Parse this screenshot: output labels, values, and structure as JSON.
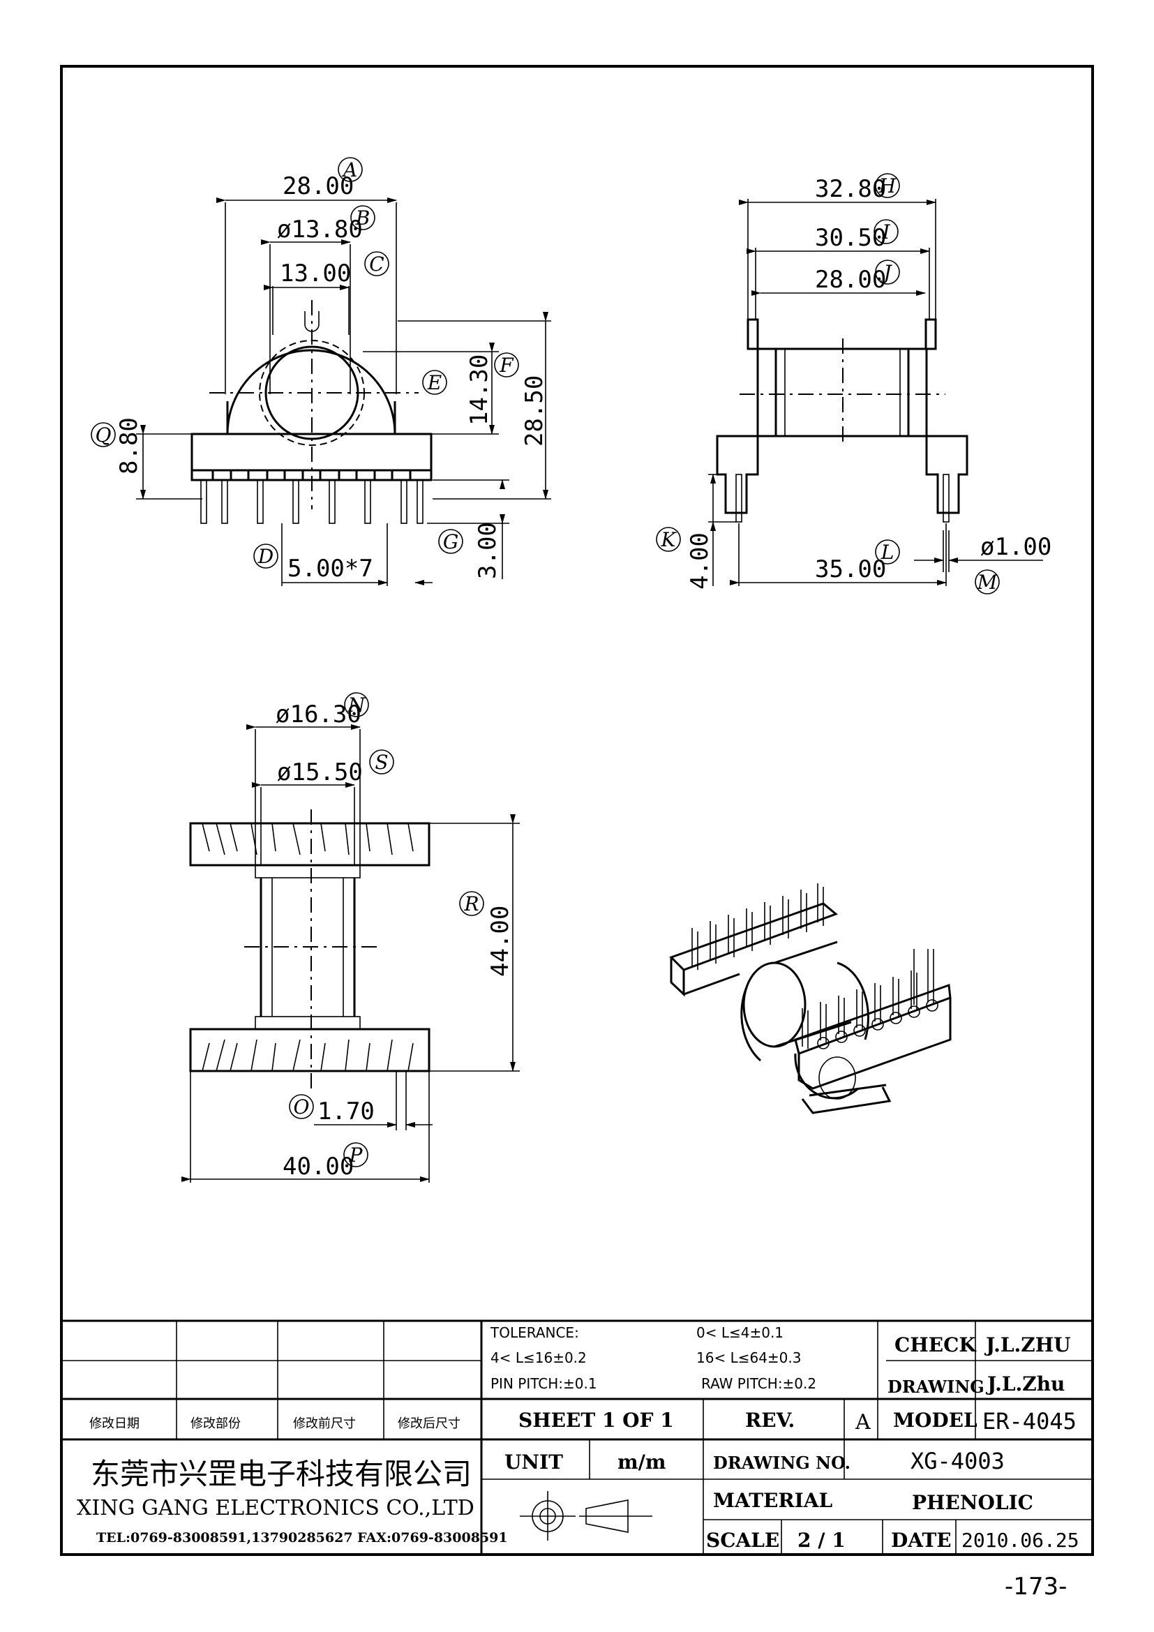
{
  "top_view": {
    "dims": {
      "a": "28.00",
      "b": "ø13.80",
      "c": "13.00",
      "f": "28.50",
      "e": "14.30",
      "q": "8.80",
      "d": "5.00*7",
      "g": "3.00"
    },
    "labels": {
      "a": "A",
      "b": "B",
      "c": "C",
      "e": "E",
      "f": "F",
      "q": "Q",
      "d": "D",
      "g": "G"
    }
  },
  "side_view": {
    "dims": {
      "h": "32.80",
      "i": "30.50",
      "j": "28.00",
      "k": "4.00",
      "l": "35.00",
      "m": "ø1.00"
    },
    "labels": {
      "h": "H",
      "i": "I",
      "j": "J",
      "k": "K",
      "l": "L",
      "m": "M"
    }
  },
  "front_view": {
    "dims": {
      "n": "ø16.30",
      "s": "ø15.50",
      "r": "44.00",
      "o": "1.70",
      "p": "40.00"
    },
    "labels": {
      "n": "N",
      "s": "S",
      "r": "R",
      "o": "O",
      "p": "P"
    }
  },
  "title_block": {
    "tolerance_label": "TOLERANCE:",
    "tol_1": "0< L≤4±0.1",
    "tol_2": "4< L≤16±0.2",
    "tol_3": "16< L≤64±0.3",
    "pin_pitch": "PIN PITCH:±0.1",
    "raw_pitch": "RAW PITCH:±0.2",
    "check_label": "CHECK",
    "check_value": "J.L.ZHU",
    "drawing_label": "DRAWING",
    "drawing_value": "J.L.Zhu",
    "rev_cols": [
      "修改日期",
      "修改部份",
      "修改前尺寸",
      "修改后尺寸"
    ],
    "sheet": "SHEET 1 OF 1",
    "rev_label": "REV.",
    "rev_value": "A",
    "model_label": "MODEL",
    "model_value": "ER-4045",
    "company_cn": "东莞市兴罡电子科技有限公司",
    "company_en": "XING GANG ELECTRONICS CO.,LTD",
    "company_tel": "TEL:0769-83008591,13790285627 FAX:0769-83008591",
    "unit_label": "UNIT",
    "unit_value": "m/m",
    "drawing_no_label": "DRAWING NO.",
    "drawing_no_value": "XG-4003",
    "material_label": "MATERIAL",
    "material_value": "PHENOLIC",
    "scale_label": "SCALE",
    "scale_value": "2 / 1",
    "date_label": "DATE",
    "date_value": "2010.06.25"
  },
  "page_number": "-173-"
}
